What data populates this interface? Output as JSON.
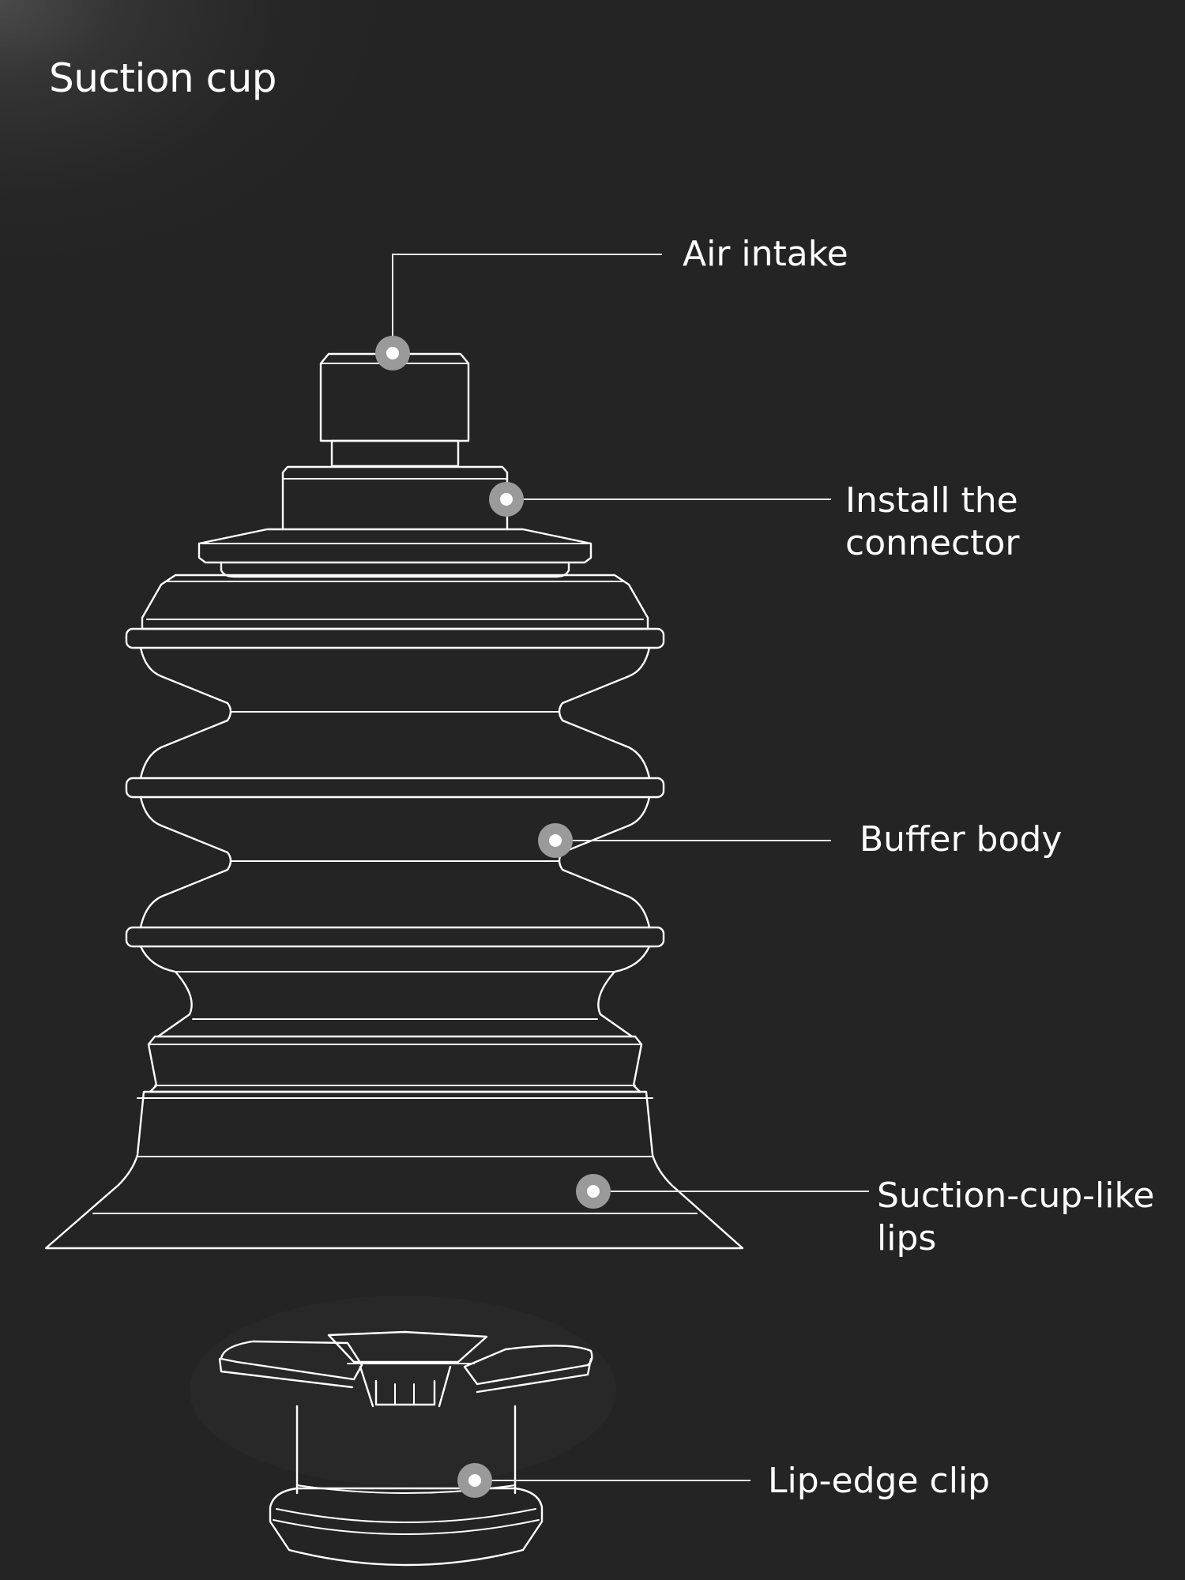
{
  "title": "Suction cup",
  "callouts": {
    "air_intake": "Air intake",
    "install_connector_line1": "Install the",
    "install_connector_line2": "connector",
    "buffer_body": "Buffer body",
    "lips_line1": "Suction-cup-like",
    "lips_line2": "lips",
    "lip_edge_clip": "Lip-edge clip"
  },
  "colors": {
    "background": "#242424",
    "outline": "#ffffff",
    "marker": "#9a9a9a"
  }
}
